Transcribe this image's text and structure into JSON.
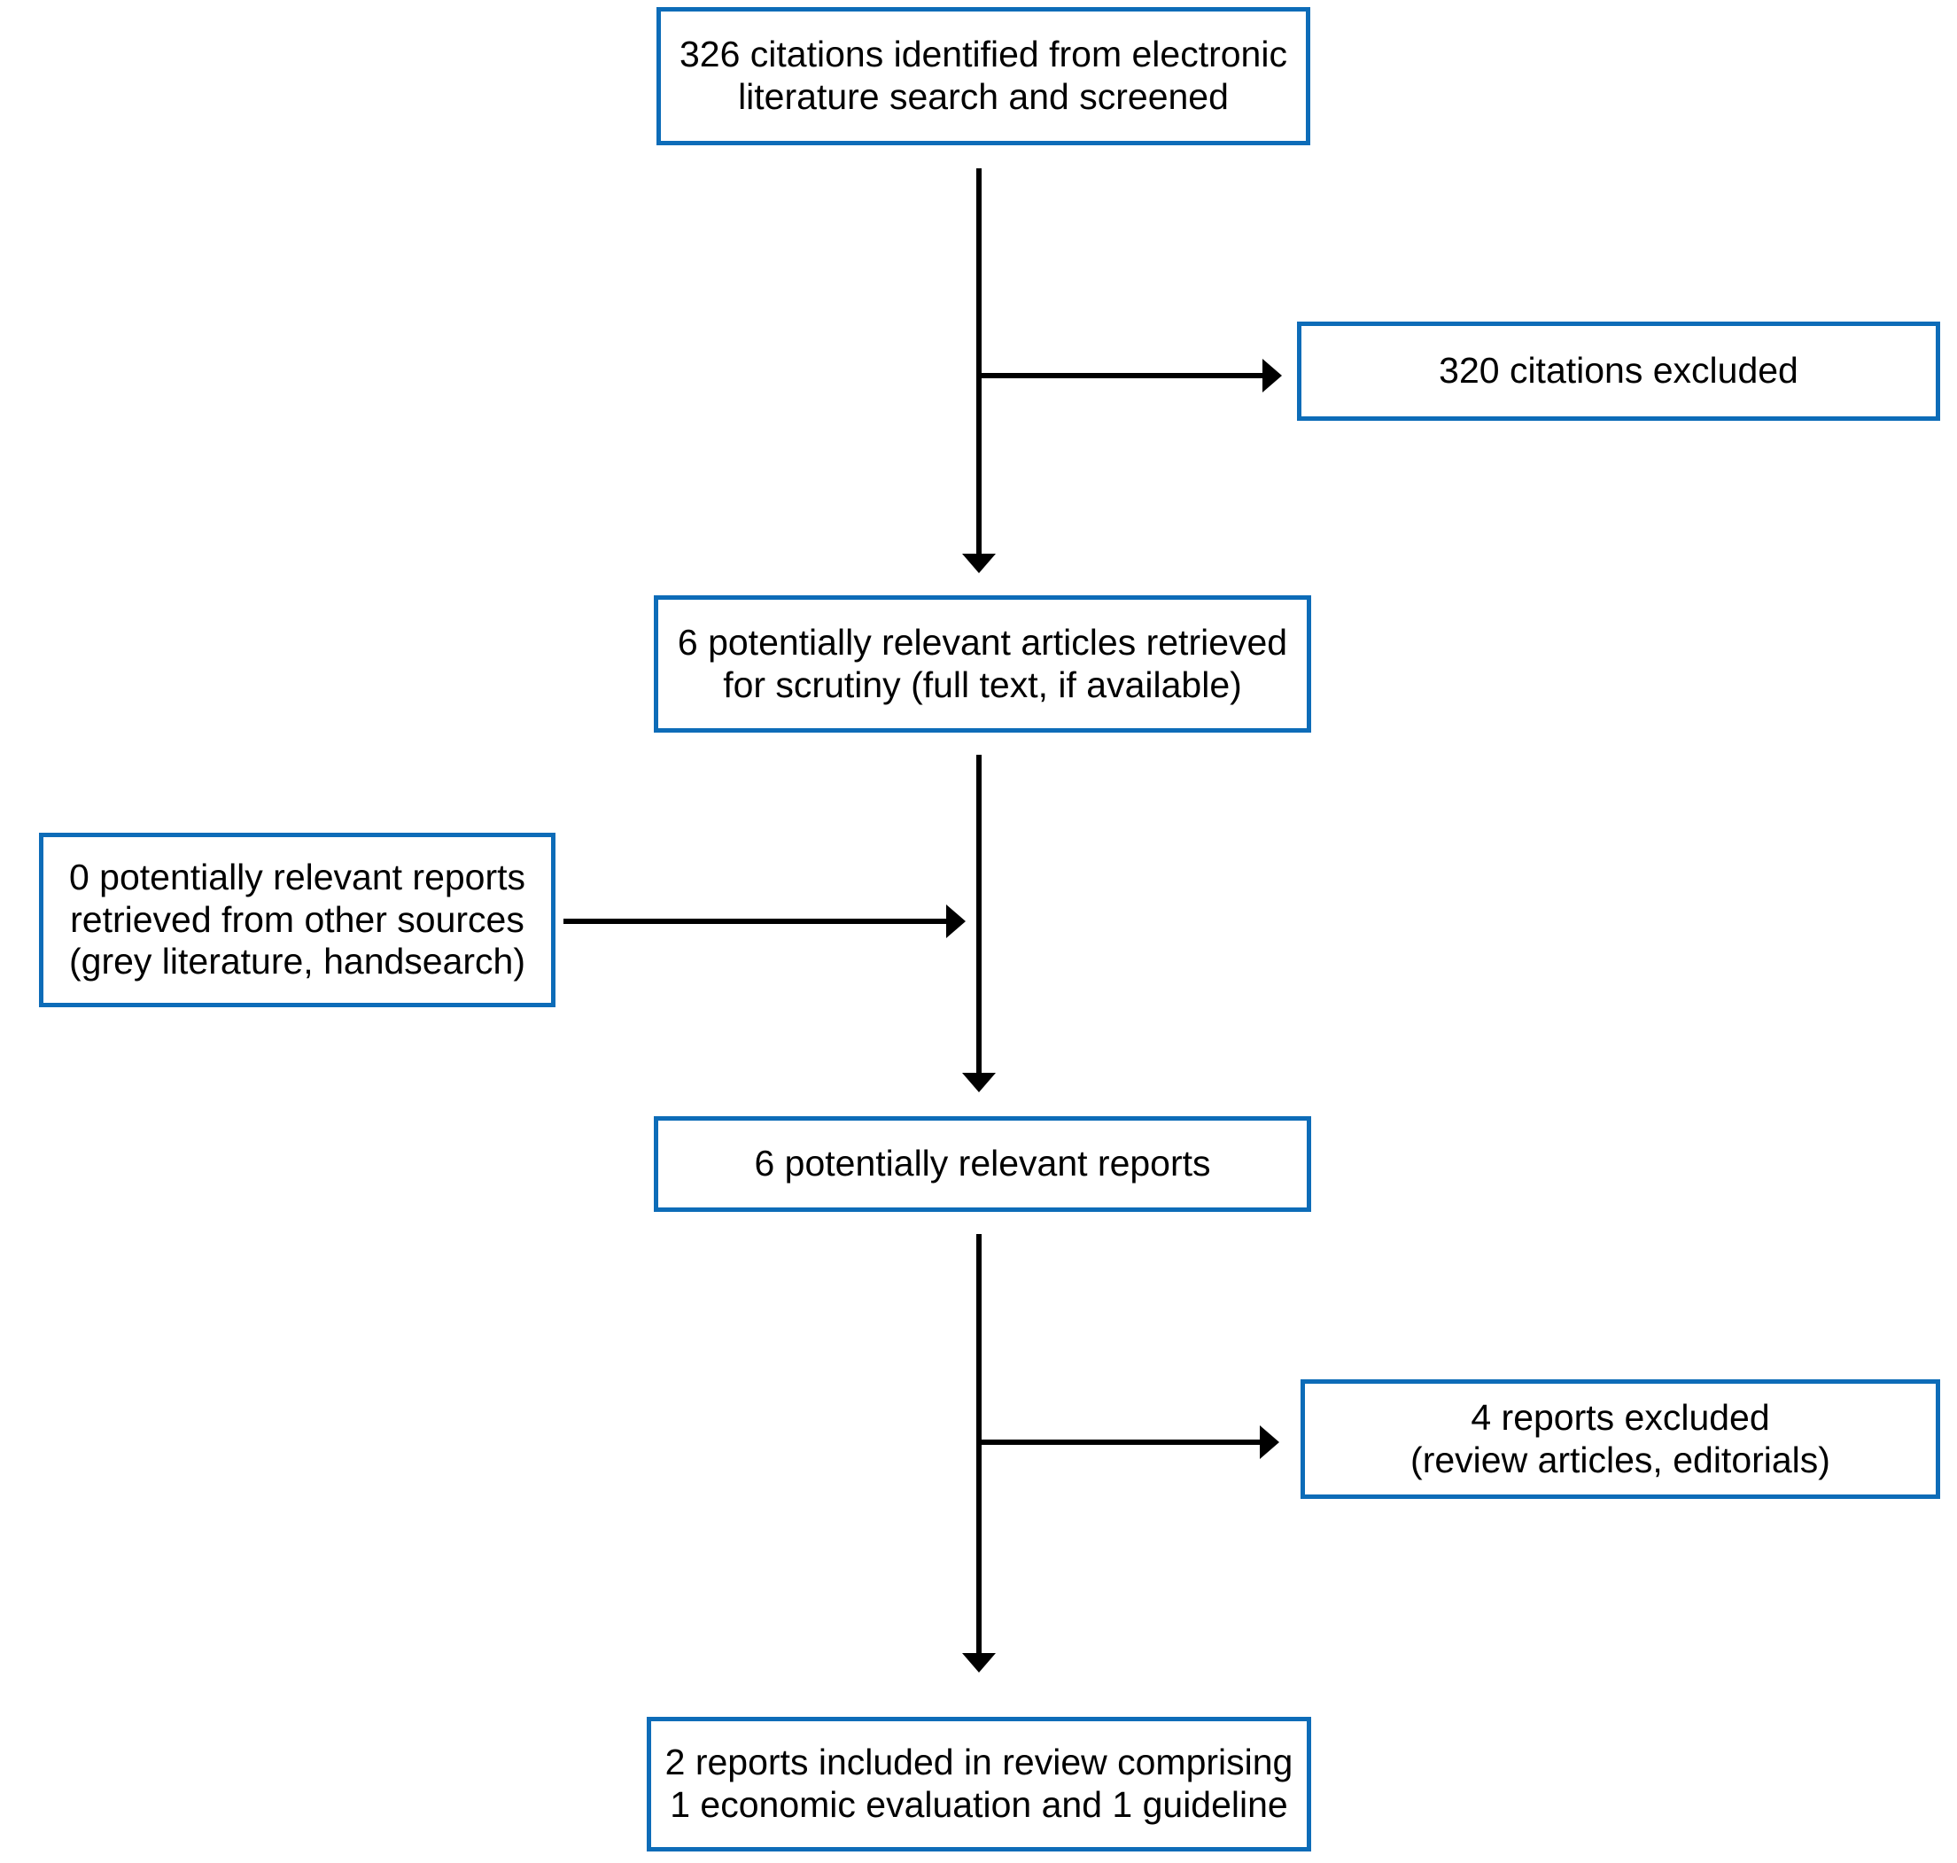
{
  "figure": {
    "type": "flowchart",
    "description": "Literature selection flow diagram",
    "colors": {
      "box_border": "#0d6cb8",
      "box_fill": "#ffffff",
      "arrow": "#000000",
      "text": "#000000",
      "background": "#ffffff"
    },
    "nodes": [
      {
        "id": "citations-screened",
        "text": "326 citations identified from electronic\nliterature search and screened"
      },
      {
        "id": "citations-excluded",
        "text": "320 citations excluded"
      },
      {
        "id": "articles-retrieved",
        "text": "6 potentially relevant articles retrieved\nfor scrutiny (full text, if available)"
      },
      {
        "id": "other-sources",
        "text": "0 potentially relevant reports\nretrieved from other sources\n(grey literature, handsearch)"
      },
      {
        "id": "relevant-reports",
        "text": "6 potentially relevant reports"
      },
      {
        "id": "reports-excluded",
        "text": "4 reports excluded\n(review articles, editorials)"
      },
      {
        "id": "reports-included",
        "text": "2 reports included in review comprising\n1 economic evaluation and 1 guideline"
      }
    ],
    "edges": [
      {
        "from": "citations-screened",
        "to": "articles-retrieved"
      },
      {
        "from": "citations-screened",
        "to": "citations-excluded"
      },
      {
        "from": "other-sources",
        "to": "relevant-reports"
      },
      {
        "from": "articles-retrieved",
        "to": "relevant-reports"
      },
      {
        "from": "relevant-reports",
        "to": "reports-excluded"
      },
      {
        "from": "relevant-reports",
        "to": "reports-included"
      }
    ]
  }
}
